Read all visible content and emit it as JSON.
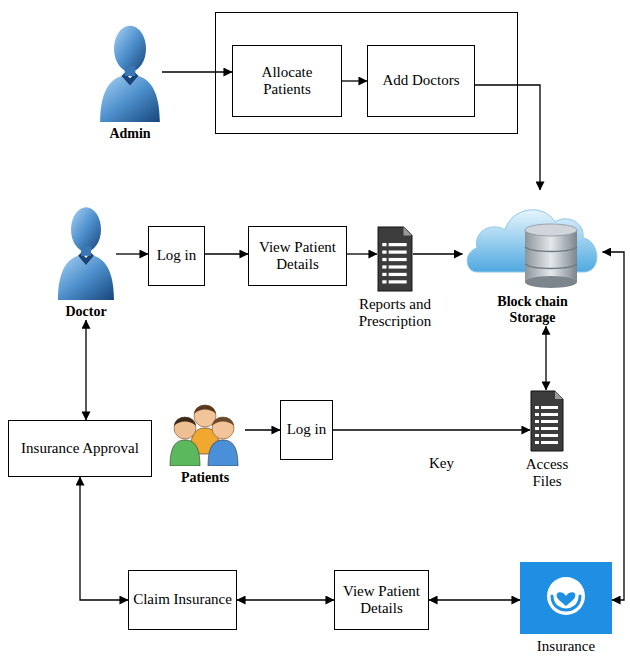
{
  "diagram": {
    "nodes": [
      {
        "text": [
          "Admin"
        ]
      },
      {
        "text": [
          "Allocate Patients"
        ]
      },
      {
        "text": [
          "Add Doctors"
        ]
      },
      {
        "text": [
          "Doctor"
        ]
      },
      {
        "text": [
          "Log in"
        ]
      },
      {
        "text": [
          "View Patient Details"
        ]
      },
      {
        "text": [
          "Reports and Prescription"
        ]
      },
      {
        "text": [
          "Block chain Storage"
        ]
      },
      {
        "text": [
          "Insurance Approval"
        ]
      },
      {
        "text": [
          "Patients"
        ]
      },
      {
        "text": [
          "Log in"
        ]
      },
      {
        "text": [
          "Access Files"
        ]
      },
      {
        "text": [
          "Claim Insurance"
        ]
      },
      {
        "text": [
          "View Patient Details"
        ]
      },
      {
        "text": [
          "Insurance"
        ]
      }
    ],
    "edges": [
      {
        "from": 0,
        "to": 1,
        "arrow": "to"
      },
      {
        "from": 1,
        "to": 2,
        "arrow": "to"
      },
      {
        "from": 2,
        "to": 7,
        "arrow": "to"
      },
      {
        "from": 3,
        "to": 4,
        "arrow": "to"
      },
      {
        "from": 4,
        "to": 5,
        "arrow": "to"
      },
      {
        "from": 5,
        "to": 6,
        "arrow": "to"
      },
      {
        "from": 6,
        "to": 7,
        "arrow": "to"
      },
      {
        "from": 7,
        "to": 11,
        "arrow": "both"
      },
      {
        "from": 3,
        "to": 8,
        "arrow": "both"
      },
      {
        "from": 9,
        "to": 10,
        "arrow": "to"
      },
      {
        "from": 10,
        "to": 11,
        "label": "Key",
        "arrow": "to"
      },
      {
        "from": 8,
        "to": 12,
        "arrow": "both"
      },
      {
        "from": 12,
        "to": 13,
        "arrow": "both"
      },
      {
        "from": 13,
        "to": 14,
        "arrow": "both"
      },
      {
        "from": 14,
        "to": 7,
        "arrow": "both"
      }
    ]
  }
}
